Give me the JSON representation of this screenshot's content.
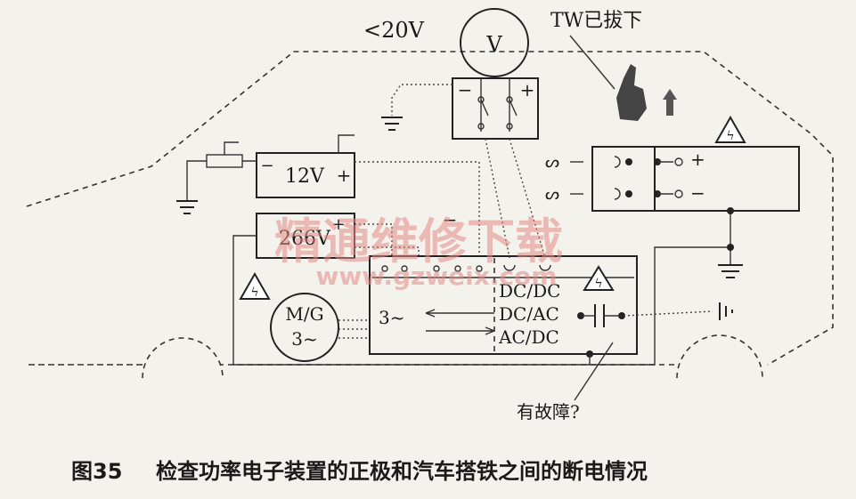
{
  "labels": {
    "under_20v": "<20V",
    "voltmeter": "V",
    "meter_minus": "−",
    "meter_plus": "+",
    "tw_removed": "TW已拔下",
    "battery_12v": "12V",
    "battery_12v_minus": "−",
    "battery_12v_plus": "+",
    "battery_266v": "266V",
    "motor_gen_line1": "M/G",
    "motor_gen_line2": "3~",
    "three_phase": "3~",
    "dcdc": "DC/DC",
    "dcac": "DC/AC",
    "acdc": "AC/DC",
    "conn_plus": "+",
    "conn_minus": "−",
    "module_plus": "+",
    "module_minus": "−",
    "fault_question": "有故障?"
  },
  "caption": {
    "figure_number": "图35",
    "text": "检查功率电子装置的正极和汽车搭铁之间的断电情况"
  },
  "watermark": {
    "line1": "精通维修下载",
    "line2": "www.gzweix.com"
  },
  "colors": {
    "line": "#222222",
    "watermark": "#e58b86",
    "warning_fill": "#ffffff"
  }
}
